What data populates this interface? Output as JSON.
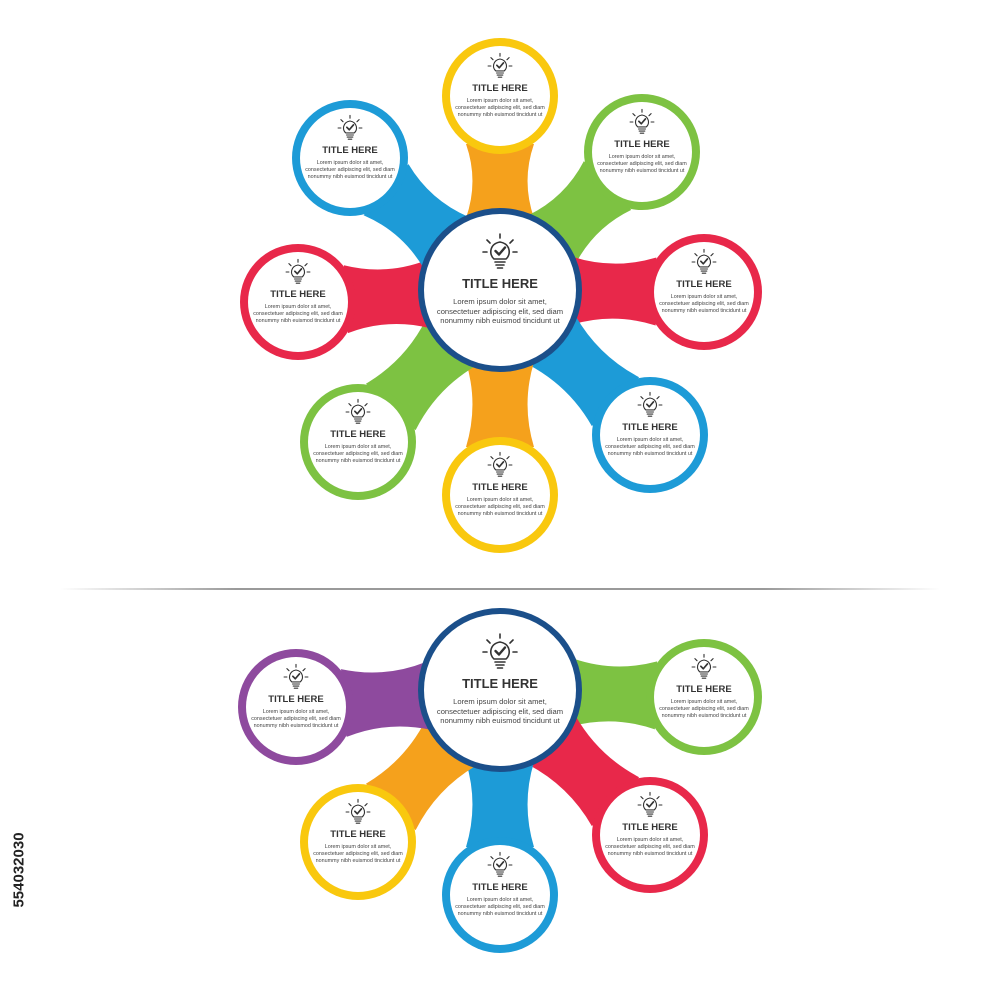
{
  "colors": {
    "yellow": "#F9C80E",
    "orange": "#F5A11C",
    "green": "#7DC242",
    "red": "#E8284A",
    "blue": "#1D9BD7",
    "purple": "#8E4A9E",
    "navy": "#1B4F8A"
  },
  "icon": "lightbulb-check-icon",
  "stock_id": "554032030",
  "diagram_top": {
    "center": {
      "title": "TITLE HERE",
      "body": "Lorem ipsum dolor sit amet, consectetuer adipiscing elit, sed diam nonummy nibh euismod tincidunt ut",
      "color": "#1B4F8A"
    },
    "nodes": [
      {
        "title": "TITLE HERE",
        "body": "Lorem ipsum dolor sit amet, consectetuer adipiscing elit, sed diam nonummy nibh euismod tincidunt ut",
        "color": "#F9C80E",
        "connector": "#F5A11C"
      },
      {
        "title": "TITLE HERE",
        "body": "Lorem ipsum dolor sit amet, consectetuer adipiscing elit, sed diam nonummy nibh euismod tincidunt ut",
        "color": "#7DC242",
        "connector": "#7DC242"
      },
      {
        "title": "TITLE HERE",
        "body": "Lorem ipsum dolor sit amet, consectetuer adipiscing elit, sed diam nonummy nibh euismod tincidunt ut",
        "color": "#E8284A",
        "connector": "#E8284A"
      },
      {
        "title": "TITLE HERE",
        "body": "Lorem ipsum dolor sit amet, consectetuer adipiscing elit, sed diam nonummy nibh euismod tincidunt ut",
        "color": "#1D9BD7",
        "connector": "#1D9BD7"
      },
      {
        "title": "TITLE HERE",
        "body": "Lorem ipsum dolor sit amet, consectetuer adipiscing elit, sed diam nonummy nibh euismod tincidunt ut",
        "color": "#F9C80E",
        "connector": "#F5A11C"
      },
      {
        "title": "TITLE HERE",
        "body": "Lorem ipsum dolor sit amet, consectetuer adipiscing elit, sed diam nonummy nibh euismod tincidunt ut",
        "color": "#7DC242",
        "connector": "#7DC242"
      },
      {
        "title": "TITLE HERE",
        "body": "Lorem ipsum dolor sit amet, consectetuer adipiscing elit, sed diam nonummy nibh euismod tincidunt ut",
        "color": "#E8284A",
        "connector": "#E8284A"
      },
      {
        "title": "TITLE HERE",
        "body": "Lorem ipsum dolor sit amet, consectetuer adipiscing elit, sed diam nonummy nibh euismod tincidunt ut",
        "color": "#1D9BD7",
        "connector": "#1D9BD7"
      }
    ]
  },
  "diagram_bottom": {
    "center": {
      "title": "TITLE HERE",
      "body": "Lorem ipsum dolor sit amet, consectetuer adipiscing elit, sed diam nonummy nibh euismod tincidunt ut",
      "color": "#1B4F8A"
    },
    "nodes": [
      {
        "title": "TITLE HERE",
        "body": "Lorem ipsum dolor sit amet, consectetuer adipiscing elit, sed diam nonummy nibh euismod tincidunt ut",
        "color": "#7DC242",
        "connector": "#7DC242"
      },
      {
        "title": "TITLE HERE",
        "body": "Lorem ipsum dolor sit amet, consectetuer adipiscing elit, sed diam nonummy nibh euismod tincidunt ut",
        "color": "#E8284A",
        "connector": "#E8284A"
      },
      {
        "title": "TITLE HERE",
        "body": "Lorem ipsum dolor sit amet, consectetuer adipiscing elit, sed diam nonummy nibh euismod tincidunt ut",
        "color": "#1D9BD7",
        "connector": "#1D9BD7"
      },
      {
        "title": "TITLE HERE",
        "body": "Lorem ipsum dolor sit amet, consectetuer adipiscing elit, sed diam nonummy nibh euismod tincidunt ut",
        "color": "#F9C80E",
        "connector": "#F5A11C"
      },
      {
        "title": "TITLE HERE",
        "body": "Lorem ipsum dolor sit amet, consectetuer adipiscing elit, sed diam nonummy nibh euismod tincidunt ut",
        "color": "#8E4A9E",
        "connector": "#8E4A9E"
      }
    ]
  }
}
